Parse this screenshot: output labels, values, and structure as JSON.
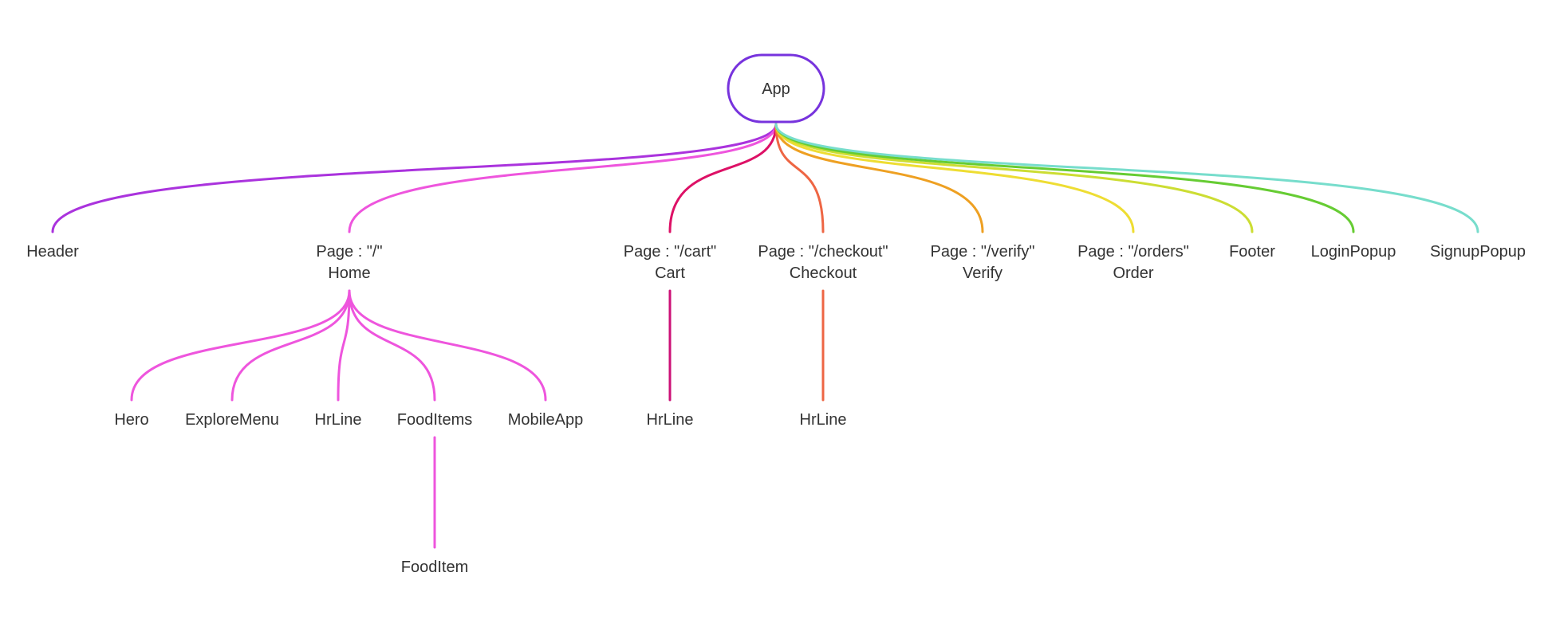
{
  "root": {
    "label": "App",
    "border_color": "#7733dd"
  },
  "nodes": [
    {
      "id": "header",
      "lines": [
        "Header"
      ],
      "color": "#aa33dd"
    },
    {
      "id": "page-home",
      "lines": [
        "Page : \"/\"",
        "Home"
      ],
      "color": "#ee55dd"
    },
    {
      "id": "page-cart",
      "lines": [
        "Page : \"/cart\"",
        "Cart"
      ],
      "color": "#dd1166"
    },
    {
      "id": "page-checkout",
      "lines": [
        "Page : \"/checkout\"",
        "Checkout"
      ],
      "color": "#ee6644"
    },
    {
      "id": "page-verify",
      "lines": [
        "Page : \"/verify\"",
        "Verify"
      ],
      "color": "#eea022"
    },
    {
      "id": "page-orders",
      "lines": [
        "Page : \"/orders\"",
        "Order"
      ],
      "color": "#eedd33"
    },
    {
      "id": "footer",
      "lines": [
        "Footer"
      ],
      "color": "#ccdd33"
    },
    {
      "id": "login-popup",
      "lines": [
        "LoginPopup"
      ],
      "color": "#66cc33"
    },
    {
      "id": "signup-popup",
      "lines": [
        "SignupPopup"
      ],
      "color": "#77ddcc"
    },
    {
      "id": "hero",
      "lines": [
        "Hero"
      ],
      "color": "#ee55dd",
      "parent": "page-home"
    },
    {
      "id": "explore-menu",
      "lines": [
        "ExploreMenu"
      ],
      "color": "#ee55dd",
      "parent": "page-home"
    },
    {
      "id": "hrline-home",
      "lines": [
        "HrLine"
      ],
      "color": "#ee55dd",
      "parent": "page-home"
    },
    {
      "id": "food-items",
      "lines": [
        "FoodItems"
      ],
      "color": "#ee55dd",
      "parent": "page-home"
    },
    {
      "id": "mobile-app",
      "lines": [
        "MobileApp"
      ],
      "color": "#ee55dd",
      "parent": "page-home"
    },
    {
      "id": "hrline-cart",
      "lines": [
        "HrLine"
      ],
      "color": "#cc1177",
      "parent": "page-cart"
    },
    {
      "id": "hrline-checkout",
      "lines": [
        "HrLine"
      ],
      "color": "#ee6644",
      "parent": "page-checkout"
    },
    {
      "id": "food-item",
      "lines": [
        "FoodItem"
      ],
      "color": "#ee55dd",
      "parent": "food-items"
    }
  ]
}
